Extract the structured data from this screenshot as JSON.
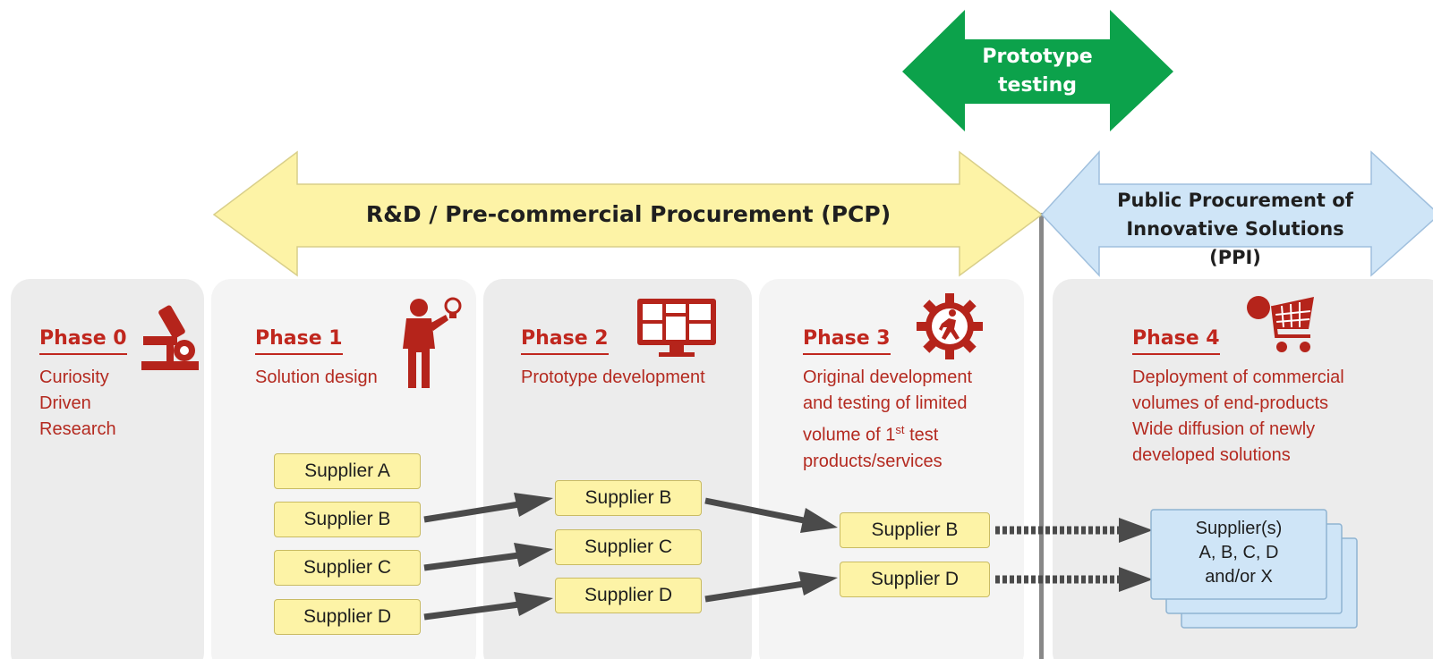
{
  "banners": {
    "pcp": "R&D / Pre-commercial Procurement (PCP)",
    "ppi_line1": "Public Procurement of",
    "ppi_line2": "Innovative Solutions (PPI)",
    "prototype_line1": "Prototype",
    "prototype_line2": "testing"
  },
  "phases": [
    {
      "title": "Phase 0",
      "desc": [
        "Curiosity",
        "Driven",
        "Research"
      ],
      "icon": "microscope-icon"
    },
    {
      "title": "Phase 1",
      "desc": [
        "Solution design"
      ],
      "icon": "person-lightbulb-icon"
    },
    {
      "title": "Phase 2",
      "desc": [
        "Prototype development"
      ],
      "icon": "monitor-dashboard-icon"
    },
    {
      "title": "Phase 3",
      "desc": [
        "Original development",
        "and testing of limited",
        "volume of 1",
        "st",
        " test",
        "products/services"
      ],
      "icon": "gear-runner-icon"
    },
    {
      "title": "Phase 4",
      "desc": [
        "Deployment of commercial",
        "volumes of end-products",
        "Wide diffusion of newly",
        "developed solutions"
      ],
      "icon": "shopping-cart-icon"
    }
  ],
  "suppliers": {
    "phase1": [
      "Supplier A",
      "Supplier B",
      "Supplier C",
      "Supplier D"
    ],
    "phase2": [
      "Supplier B",
      "Supplier C",
      "Supplier D"
    ],
    "phase3": [
      "Supplier B",
      "Supplier D"
    ],
    "phase4": [
      "Supplier(s)",
      "A, B, C, D",
      "and/or X"
    ]
  },
  "colors": {
    "accent_red": "#c0271e",
    "pcp_yellow": "#fdf3a6",
    "ppi_blue": "#cfe5f7",
    "prototype_green": "#0ca24b",
    "panel_grey": "#ececec",
    "panel_light": "#f4f4f4"
  }
}
